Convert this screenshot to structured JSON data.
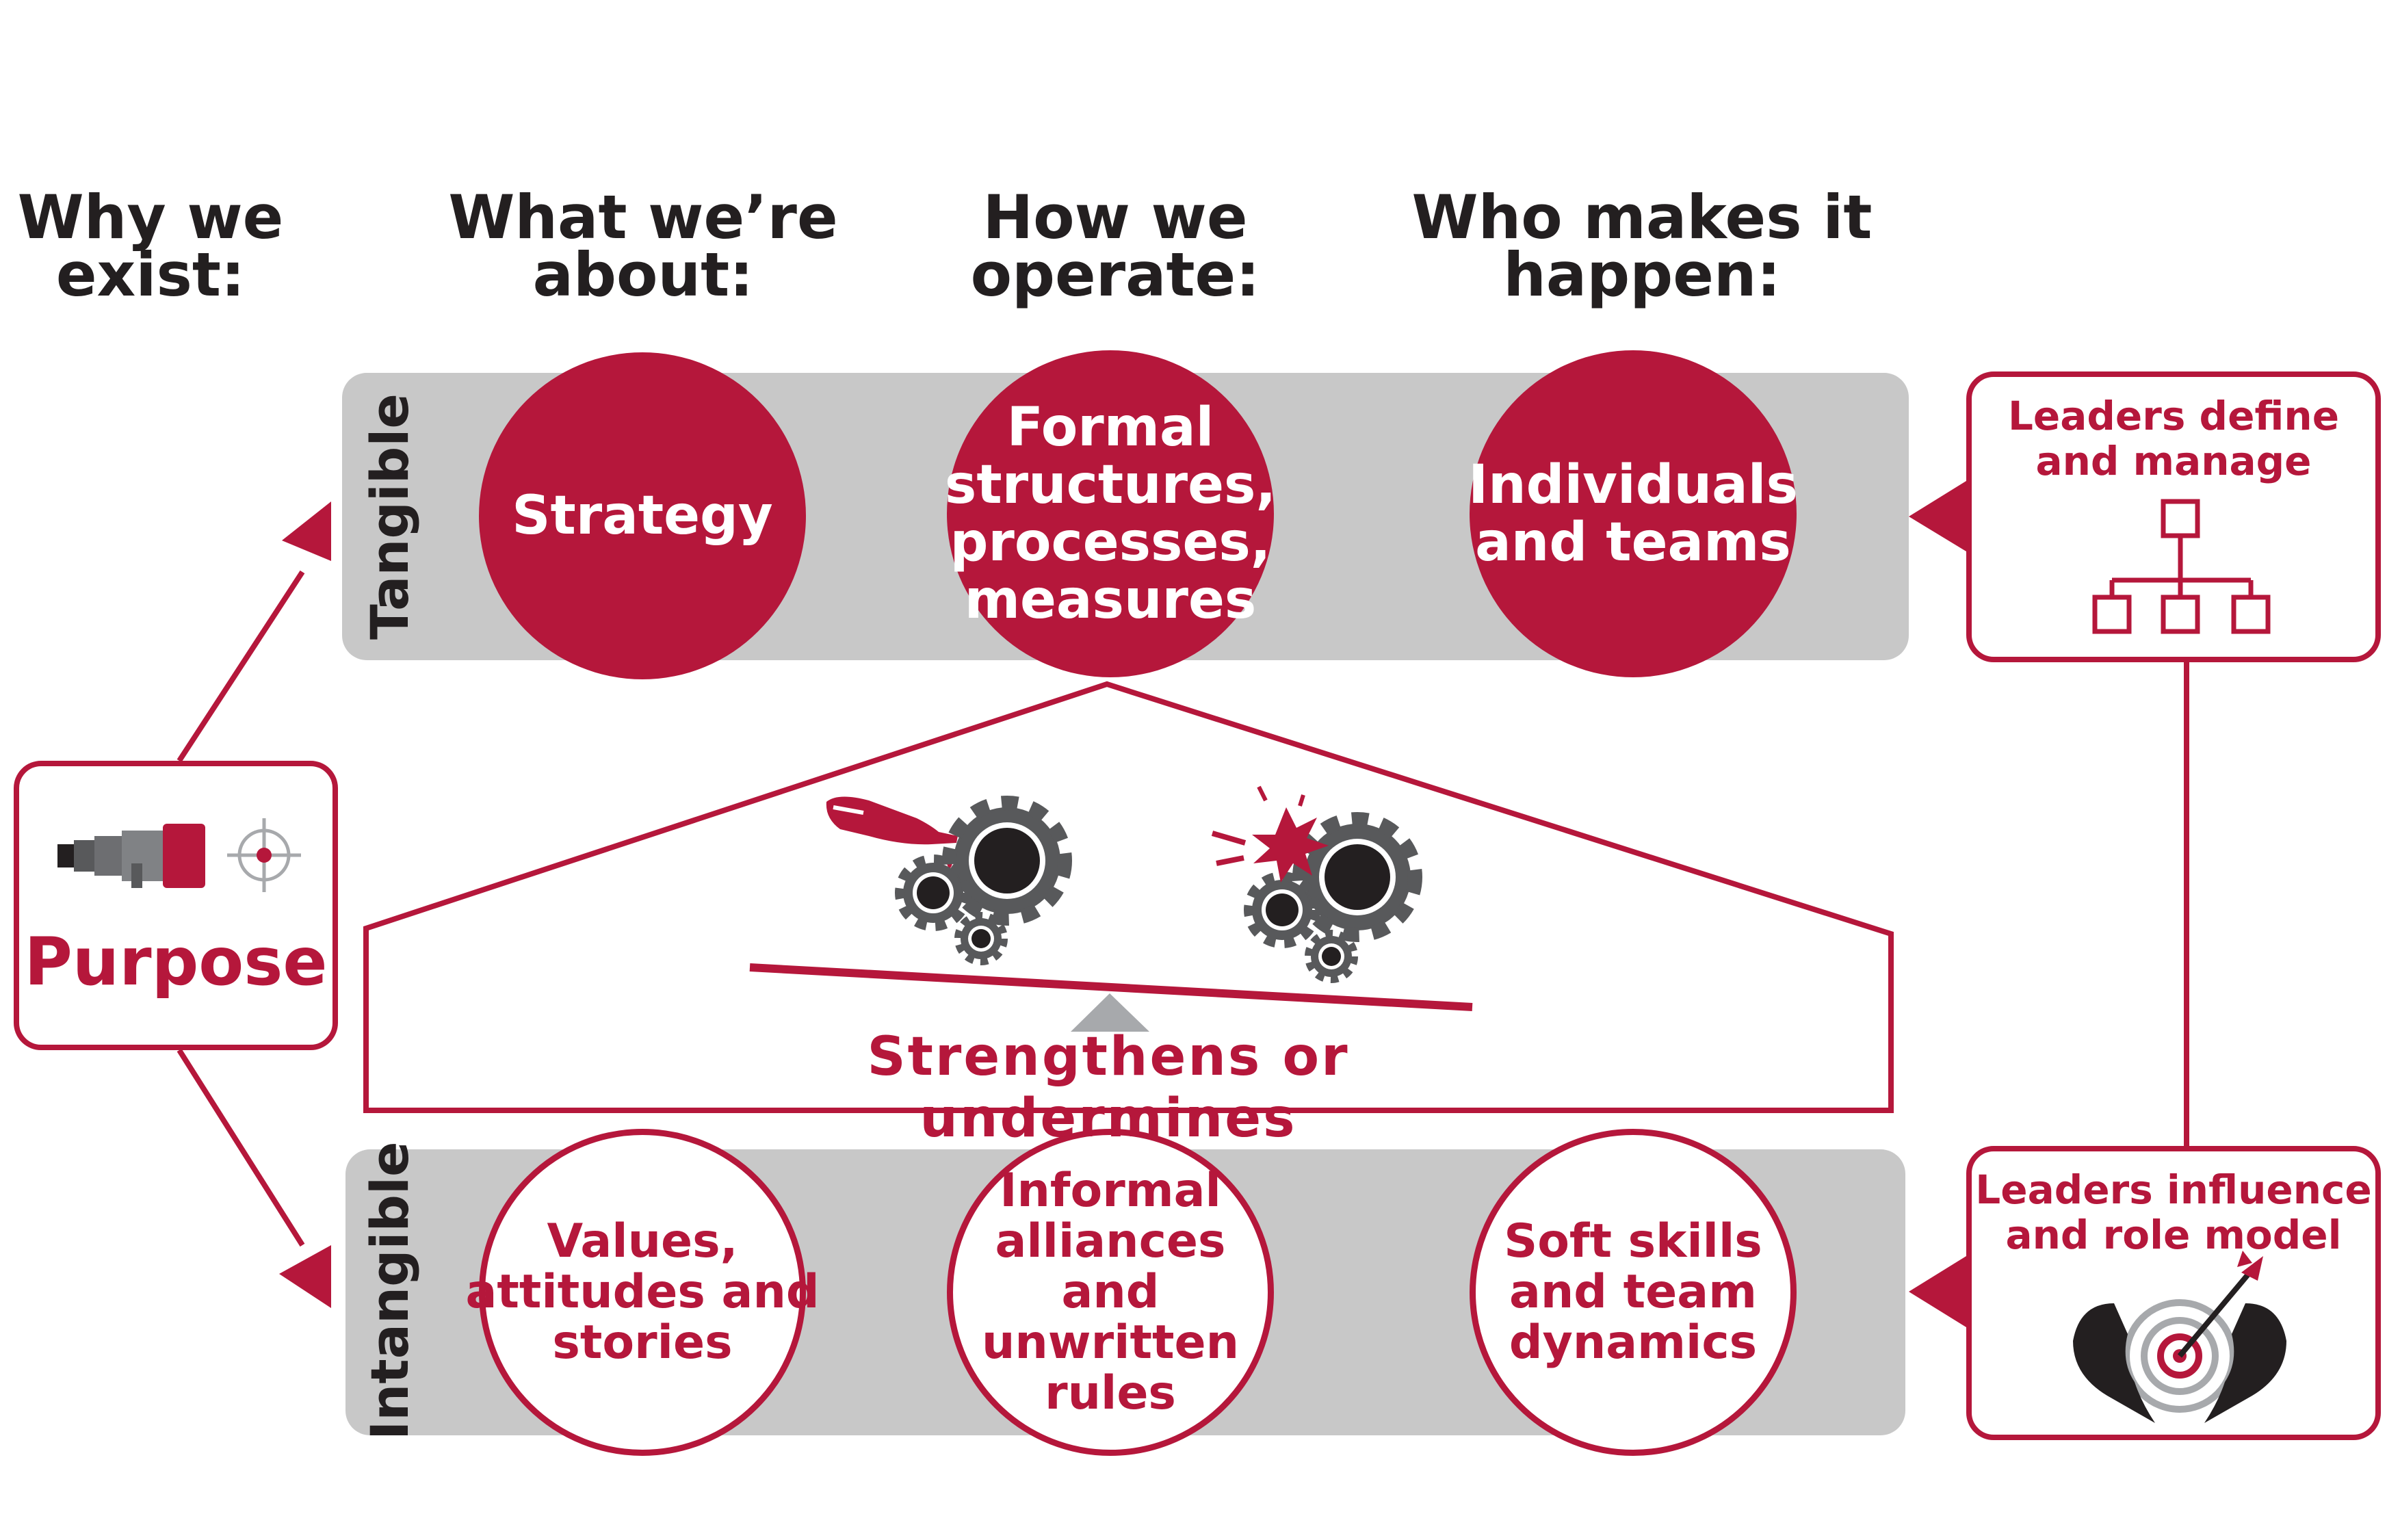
{
  "headings": [
    {
      "lines": [
        "Why we",
        "exist:"
      ]
    },
    {
      "lines": [
        "What we’re",
        "about:"
      ]
    },
    {
      "lines": [
        "How we",
        "operate:"
      ]
    },
    {
      "lines": [
        "Who makes it",
        "happen:"
      ]
    }
  ],
  "tangible": {
    "label": "Tangible",
    "items": [
      {
        "lines": [
          "Strategy"
        ]
      },
      {
        "lines": [
          "Formal",
          "structures,",
          "processes,",
          "measures"
        ]
      },
      {
        "lines": [
          "Individuals",
          "and teams"
        ]
      }
    ]
  },
  "intangible": {
    "label": "Intangible",
    "items": [
      {
        "lines": [
          "Values,",
          "attitudes and",
          "stories"
        ]
      },
      {
        "lines": [
          "Informal",
          "alliances",
          "and",
          "unwritten",
          "rules"
        ]
      },
      {
        "lines": [
          "Soft skills",
          "and team",
          "dynamics"
        ]
      }
    ]
  },
  "purpose": {
    "label": "Purpose",
    "icons": [
      "telescope-icon",
      "crosshair-target-icon"
    ]
  },
  "balance": {
    "label": "Strengthens or undermines",
    "icons": [
      "oil-can-gears-icon",
      "broken-gears-icon",
      "seesaw-icon"
    ]
  },
  "leaders_define": {
    "lines": [
      "Leaders define",
      "and manage"
    ],
    "icon": "org-chart-icon"
  },
  "leaders_influence": {
    "lines": [
      "Leaders influence",
      "and role model"
    ],
    "icon": "heart-hands-target-icon"
  },
  "colors": {
    "accent": "#b5173b",
    "band": "#c8c8c8",
    "text": "#231f20",
    "gear": "#58595b"
  }
}
